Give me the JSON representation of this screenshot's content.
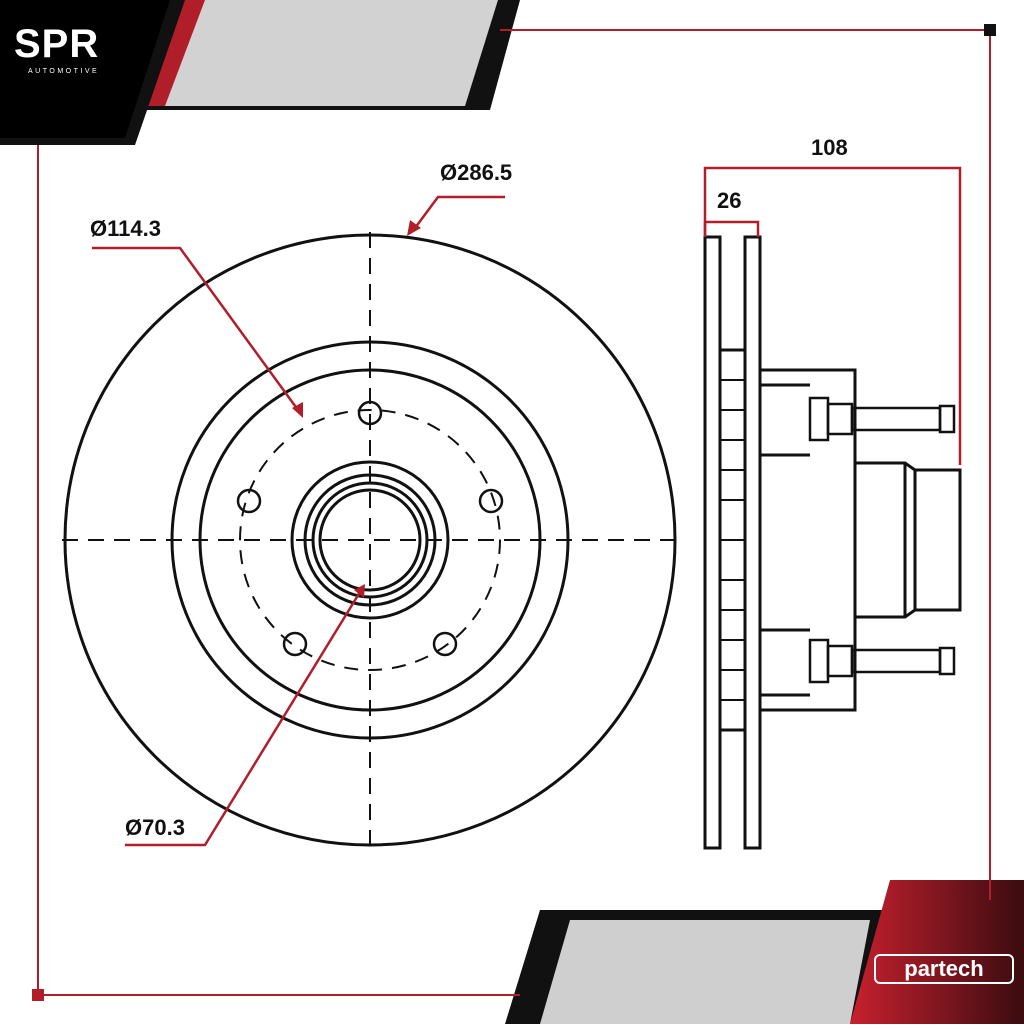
{
  "brand": {
    "top_left_logo": "SPR",
    "top_left_logo_sub": "AUTOMOTIVE",
    "bottom_right_logo": "partech"
  },
  "dimensions": {
    "outer_diameter": "Ø286.5",
    "bolt_circle": "Ø114.3",
    "center_bore": "Ø70.3",
    "total_height": "108",
    "disc_thickness": "26"
  },
  "colors": {
    "accent_red": "#b01e2a",
    "banner_black": "#111111",
    "banner_gray": "#cfcfcf",
    "line_black": "#111111"
  }
}
